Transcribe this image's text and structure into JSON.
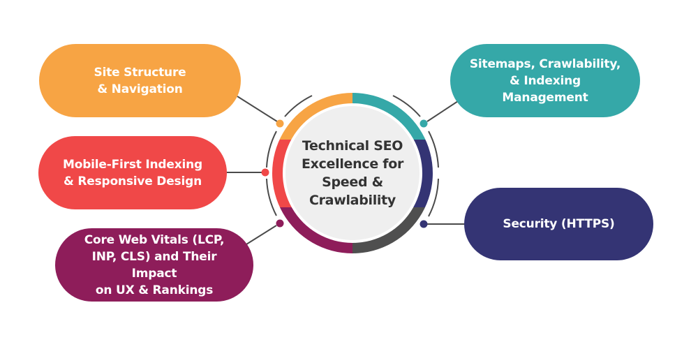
{
  "center": {
    "title": "Technical SEO\nExcellence for\nSpeed &\nCrawlability"
  },
  "nodes": [
    {
      "id": "site-structure",
      "label": "Site Structure\n& Navigation",
      "color": "#F7A444",
      "side": "left"
    },
    {
      "id": "mobile-first",
      "label": "Mobile-First Indexing\n& Responsive Design",
      "color": "#F04848",
      "side": "left"
    },
    {
      "id": "core-web-vitals",
      "label": "Core Web Vitals (LCP,\nINP, CLS) and Their Impact\non UX & Rankings",
      "color": "#8E1D5A",
      "side": "left"
    },
    {
      "id": "sitemaps",
      "label": "Sitemaps, Crawlability,\n& Indexing Management",
      "color": "#35A8A8",
      "side": "right"
    },
    {
      "id": "security",
      "label": "Security (HTTPS)",
      "color": "#343474",
      "side": "right"
    }
  ],
  "ring_colors": {
    "top_left": "#F7A444",
    "top_right": "#35A8A8",
    "mid_left": "#F04848",
    "mid_right": "#343474",
    "bottom_left": "#8E1D5A",
    "bottom_right": "#4F4F4F",
    "disk": "#EFEFEF",
    "line": "#4A4A4A"
  }
}
